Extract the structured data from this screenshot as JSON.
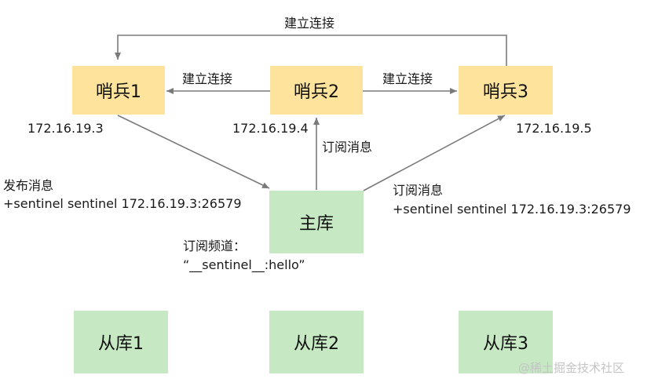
{
  "nodes": {
    "sentinel1": "哨兵1",
    "sentinel2": "哨兵2",
    "sentinel3": "哨兵3",
    "master": "主库",
    "replica1": "从库1",
    "replica2": "从库2",
    "replica3": "从库3"
  },
  "ips": {
    "sentinel1": "172.16.19.3",
    "sentinel2": "172.16.19.4",
    "sentinel3": "172.16.19.5"
  },
  "edges": {
    "connect_top": "建立连接",
    "connect_left": "建立连接",
    "connect_right": "建立连接",
    "subscribe_mid": "订阅消息"
  },
  "publish": {
    "title": "发布消息",
    "message": "+sentinel sentinel 172.16.19.3:26579"
  },
  "subscribe_right": {
    "title": "订阅消息",
    "message": "+sentinel sentinel 172.16.19.3:26579"
  },
  "channel": {
    "title": "订阅频道：",
    "name": "“__sentinel__:hello”"
  },
  "watermark": "@稀土掘金技术社区",
  "colors": {
    "sentinel_fill": "#fde39b",
    "server_fill": "#c6e9c4",
    "arrow": "#7a7a7a"
  }
}
